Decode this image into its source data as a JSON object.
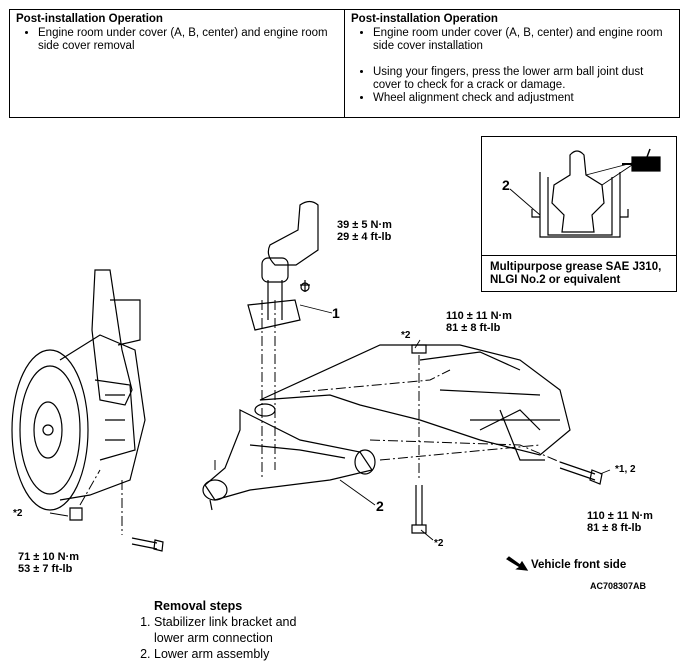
{
  "ops": {
    "left": {
      "heading": "Post-installation Operation",
      "items": [
        "Engine room under cover (A, B, center) and engine room side cover removal"
      ]
    },
    "right": {
      "heading": "Post-installation Operation",
      "items": [
        "Engine room under cover (A, B, center) and engine room side cover installation",
        "Using your fingers, press the lower arm ball joint dust cover to check for a crack or damage.",
        "Wheel alignment check and adjustment"
      ]
    }
  },
  "inset": {
    "label": "2",
    "caption": "Multipurpose grease SAE J310, NLGI No.2 or equivalent"
  },
  "torques": {
    "link_nm": "39 ± 5 N·m",
    "link_ftlb": "29 ± 4 ft-lb",
    "rear_nm": "110 ± 11 N·m",
    "rear_ftlb": "81 ± 8 ft-lb",
    "front_nm": "110 ± 11 N·m",
    "front_ftlb": "81 ± 8 ft-lb",
    "ball_nm": "71 ± 10 N·m",
    "ball_ftlb": "53 ± 7 ft-lb"
  },
  "labels": {
    "item1": "1",
    "item2": "2",
    "star2_a": "*2",
    "star2_b": "*2",
    "star2_c": "*2",
    "star12": "*1, 2",
    "vehicle_front": "Vehicle front side",
    "fig_id": "AC708307",
    "fig_suffix": "AB"
  },
  "steps": {
    "title": "Removal steps",
    "items": [
      "Stabilizer link bracket and lower arm connection",
      "Lower arm assembly"
    ]
  }
}
